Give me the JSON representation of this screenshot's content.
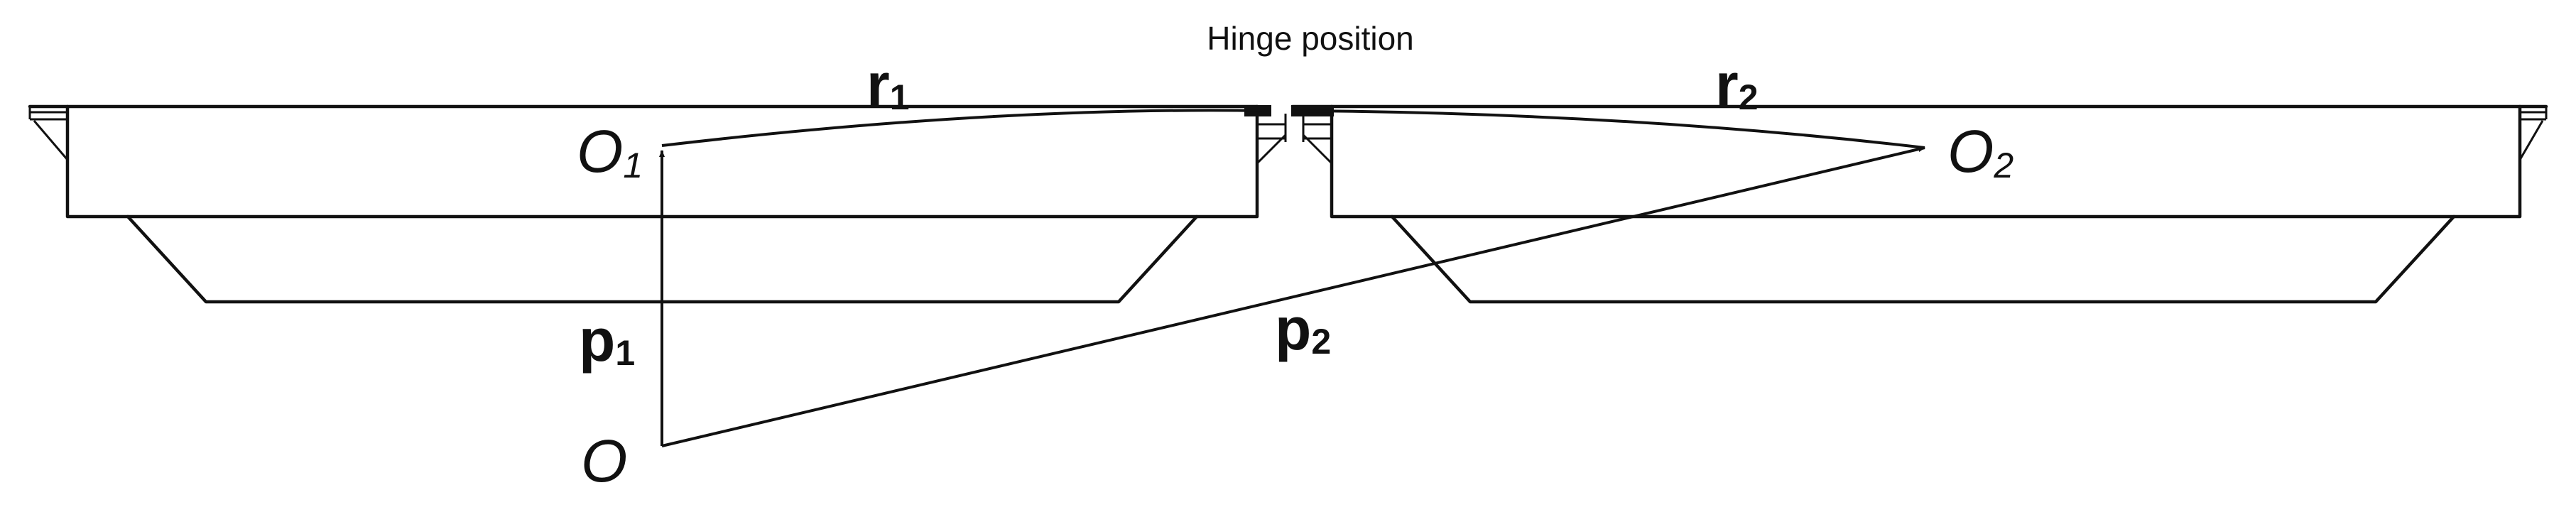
{
  "labels": {
    "hinge": "Hinge position",
    "r1_main": "r",
    "r1_sub": "1",
    "r2_main": "r",
    "r2_sub": "2",
    "p1_main": "p",
    "p1_sub": "1",
    "p2_main": "p",
    "p2_sub": "2",
    "origin": "O",
    "o1_main": "O",
    "o1_sub": "1",
    "o2_main": "O",
    "o2_sub": "2"
  }
}
